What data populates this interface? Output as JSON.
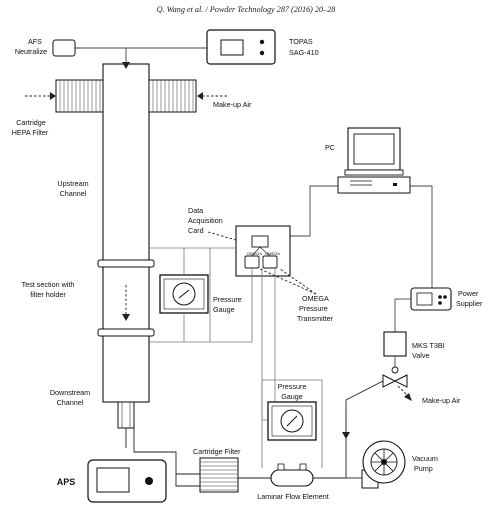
{
  "header": {
    "citation": "Q. Wang et al. / Powder Technology 287 (2016) 20–28"
  },
  "labels": {
    "afs_l1": "AFS",
    "afs_l2": "Neutralize",
    "topas_l1": "TOPAS",
    "topas_l2": "SAG-410",
    "cart_l1": "Cartridge",
    "cart_l2": "HEPA Filter",
    "makeup_top": "Make-up Air",
    "pc": "PC",
    "upstream_l1": "Upstream",
    "upstream_l2": "Channel",
    "daq_l1": "Data",
    "daq_l2": "Acquisition",
    "daq_l3": "Card",
    "test_l1": "Test section with",
    "test_l2": "filter holder",
    "pg_l1": "Pressure",
    "pg_l2": "Gauge",
    "omega_l1": "OMEGA",
    "omega_l2": "Pressure",
    "omega_l3": "Transmitter",
    "power_l1": "Power",
    "power_l2": "Supplier",
    "mks_l1": "MKS T3BI",
    "mks_l2": "Valve",
    "pg2_l1": "Pressure",
    "pg2_l2": "Gauge",
    "downstream_l1": "Downstream",
    "downstream_l2": "Channel",
    "makeup_right": "Make-up Air",
    "aps": "APS",
    "cartridge_filter": "Cartridge Filter",
    "vacuum_l1": "Vacuum",
    "vacuum_l2": "Pump",
    "laminar": "Laminar Flow Element",
    "transmitter_tag1": "OMEGA",
    "transmitter_tag2": "OMEGA"
  }
}
